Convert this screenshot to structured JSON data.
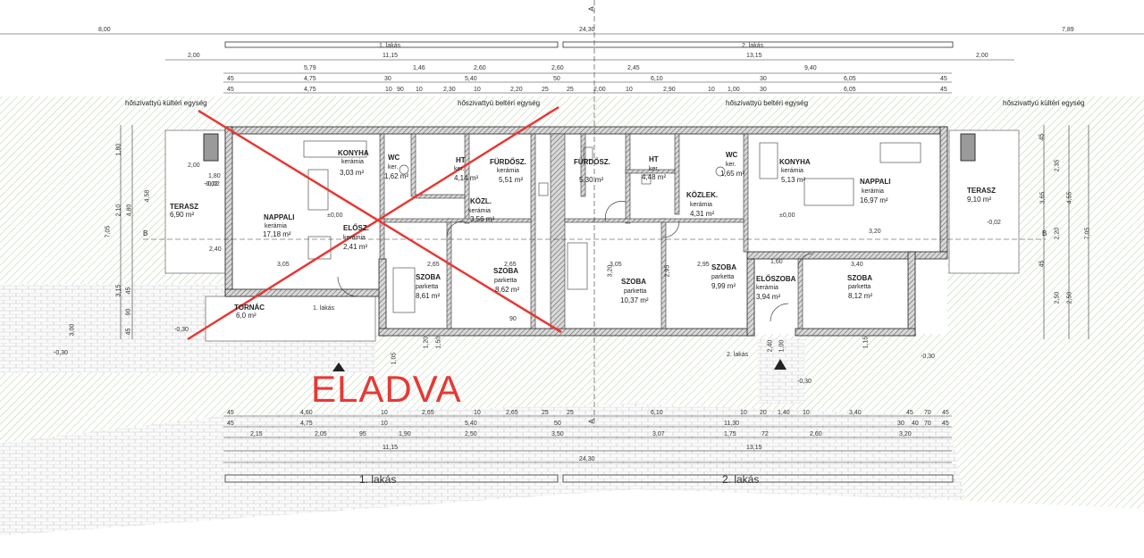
{
  "stamp": "ELADVA",
  "section_marker": "A",
  "units": {
    "u1": "1. lakás",
    "u2": "2. lakás"
  },
  "labels": {
    "kulteri": "hőszivattyú kültéri egység",
    "belteri": "hőszivattyú beltéri egység"
  },
  "rooms": [
    {
      "name": "TERASZ",
      "mat": "",
      "area": "6,90 m²"
    },
    {
      "name": "NAPPALI",
      "mat": "kerámia",
      "area": "17,18 m²"
    },
    {
      "name": "KONYHA",
      "mat": "kerámia",
      "area": "3,03 m²"
    },
    {
      "name": "WC",
      "mat": "ker.",
      "area": "1,62 m²"
    },
    {
      "name": "HT",
      "mat": "ker.",
      "area": "4,14 m²"
    },
    {
      "name": "FÜRDŐSZ.",
      "mat": "kerámia",
      "area": "5,51 m²"
    },
    {
      "name": "KÖZL.",
      "mat": "kerámia",
      "area": "3,56 m²"
    },
    {
      "name": "ELŐSZ.",
      "mat": "kerámia",
      "area": "2,41 m²"
    },
    {
      "name": "TORNÁC",
      "mat": "",
      "area": "6,0 m²"
    },
    {
      "name": "SZOBA",
      "mat": "parketta",
      "area": "8,61 m²"
    },
    {
      "name": "SZOBA",
      "mat": "parketta",
      "area": "8,62 m²"
    },
    {
      "name": "FÜRDŐSZ.",
      "mat": "",
      "area": "5,30 m²"
    },
    {
      "name": "HT",
      "mat": "ker.",
      "area": "4,48 m²"
    },
    {
      "name": "WC",
      "mat": "ker.",
      "area": "1,65 m²"
    },
    {
      "name": "KÖZLEK.",
      "mat": "kerámia",
      "area": "4,31 m²"
    },
    {
      "name": "KONYHA",
      "mat": "kerámia",
      "area": "5,13 m²"
    },
    {
      "name": "NAPPALI",
      "mat": "kerámia",
      "area": "16,97 m²"
    },
    {
      "name": "TERASZ",
      "mat": "",
      "area": "9,10 m²"
    },
    {
      "name": "SZOBA",
      "mat": "parketta",
      "area": "10,37 m²"
    },
    {
      "name": "SZOBA",
      "mat": "parketta",
      "area": "9,99 m²"
    },
    {
      "name": "ELŐSZOBA",
      "mat": "kerámia",
      "area": "3,94 m²"
    },
    {
      "name": "SZOBA",
      "mat": "parketta",
      "area": "8,12 m²"
    }
  ],
  "dims": {
    "row1": [
      "8,00",
      "24,30",
      "7,89"
    ],
    "row3": [
      "2,00",
      "11,15",
      "13,15",
      "2,00"
    ],
    "row4": [
      "5,79",
      "1,46",
      "2,60",
      "2,60",
      "2,45",
      "9,40"
    ],
    "row5": [
      "45",
      "4,75",
      "30",
      "5,40",
      "50",
      "6,10",
      "30",
      "6,05",
      "45"
    ],
    "row6": [
      "45",
      "4,75",
      "10",
      "90",
      "10",
      "2,30",
      "10",
      "2,20",
      "25",
      "25",
      "2,00",
      "10",
      "2,90",
      "10",
      "1,00",
      "30",
      "6,05",
      "45"
    ],
    "b1": [
      "45",
      "4,60",
      "10",
      "2,65",
      "10",
      "2,65",
      "25",
      "25",
      "6,10",
      "10",
      "20",
      "1,40",
      "10",
      "3,40",
      "45",
      "70",
      "45"
    ],
    "b2": [
      "45",
      "4,75",
      "10",
      "5,40",
      "50",
      "11,30",
      "30",
      "40",
      "70",
      "45"
    ],
    "b3": [
      "2,15",
      "2,05",
      "95",
      "1,90",
      "2,50",
      "3,50",
      "3,07",
      "1,75",
      "72",
      "2,60",
      "3,20"
    ],
    "b4": [
      "11,15",
      "13,15"
    ],
    "b5": [
      "24,30"
    ],
    "levels": [
      "±0,00",
      "±0,00",
      "-0,30",
      "-0,30",
      "-0,30",
      "-0,30",
      "-0,02",
      "-0,02"
    ],
    "side_left": [
      "1,80",
      "2,10",
      "4,80",
      "4,58",
      "7,05",
      "3,15",
      "3,00",
      "45",
      "90",
      "45"
    ],
    "side_right": [
      "2,35",
      "3,65",
      "4,55",
      "7,05",
      "2,20",
      "2,50",
      "2,50",
      "45",
      "45"
    ],
    "misc": [
      "1,80",
      "-0,02",
      "2,00",
      "2,40",
      "3,05",
      "2,65",
      "2,65",
      "3,20",
      "3,05",
      "2,95",
      "1,60",
      "3,40",
      "2,95",
      "3,20",
      "1,00",
      "2,40",
      "1,20",
      "1,50",
      "1,05",
      "1,15",
      "90",
      "B",
      "B"
    ]
  }
}
